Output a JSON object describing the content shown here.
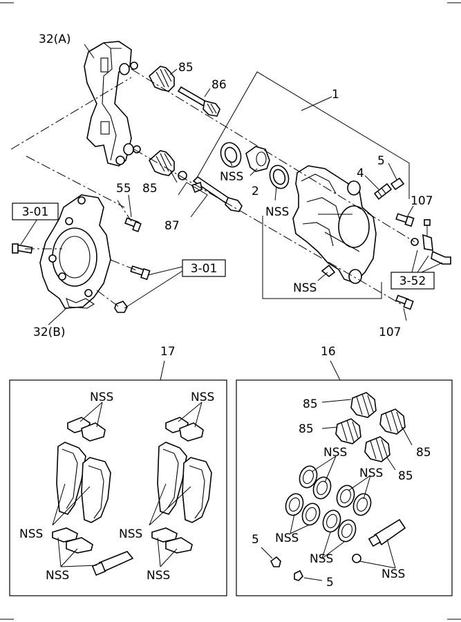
{
  "callouts": {
    "c32a": "32(A)",
    "c32b": "32(B)",
    "c85_top": "85",
    "c85_mid": "85",
    "c86": "86",
    "c87": "87",
    "c55": "55",
    "c1": "1",
    "c2": "2",
    "c4": "4",
    "c5_top": "5",
    "c107_top": "107",
    "c107_bot": "107",
    "nss_seal": "NSS",
    "nss_ring": "NSS",
    "nss_bleeder": "NSS",
    "c17": "17",
    "c16": "16"
  },
  "refs": {
    "r301_left": "3-01",
    "r301_right": "3-01",
    "r352": "3-52"
  },
  "kit17": {
    "nss_clip_left": "NSS",
    "nss_clip_right": "NSS",
    "nss_pad_left": "NSS",
    "nss_pad_right": "NSS",
    "nss_shim_left": "NSS",
    "nss_shim_right": "NSS"
  },
  "kit16": {
    "b85_a": "85",
    "b85_b": "85",
    "b85_c": "85",
    "b85_d": "85",
    "nss_rings_top": "NSS",
    "nss_rings_right": "NSS",
    "nss_rings_left": "NSS",
    "nss_rings_bottom": "NSS",
    "nss_grease": "NSS",
    "c5_a": "5",
    "c5_b": "5"
  }
}
